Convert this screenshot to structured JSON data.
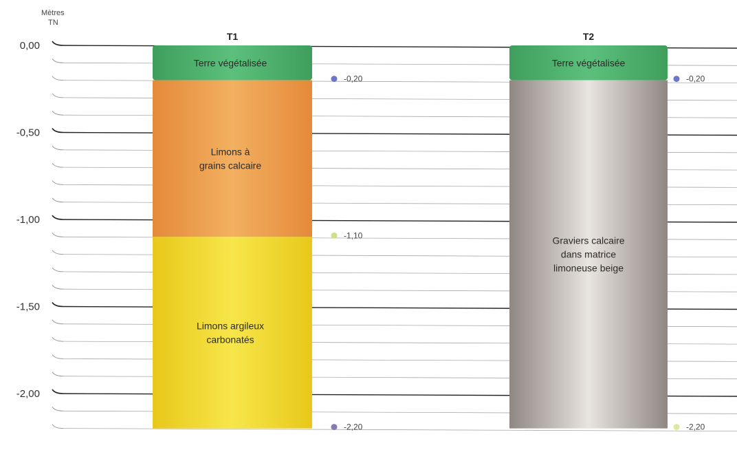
{
  "axis": {
    "unit_line1": "Mètres",
    "unit_line2": "TN",
    "ticks": [
      {
        "value": 0.0,
        "label": "0,00"
      },
      {
        "value": -0.5,
        "label": "-0,50"
      },
      {
        "value": -1.0,
        "label": "-1,00"
      },
      {
        "value": -1.5,
        "label": "-1,50"
      },
      {
        "value": -2.0,
        "label": "-2,00"
      }
    ],
    "min": -2.2,
    "max": 0.0,
    "minor_step": 0.1
  },
  "columns": [
    {
      "id": "t1",
      "title": "T1",
      "layers": [
        {
          "label": "Terre végétalisée",
          "top": 0.0,
          "bottom": -0.2,
          "color": "#3f9e5c",
          "light": "#5cc07c",
          "text_color": "#ffffff"
        },
        {
          "label": "Limons à\ngrains calcaire",
          "top": -0.2,
          "bottom": -1.1,
          "color": "#e48a3a",
          "light": "#f2b060",
          "text_color": "#ffffff"
        },
        {
          "label": "Limons argileux\ncarbonatés",
          "top": -1.1,
          "bottom": -2.2,
          "color": "#e8c81a",
          "light": "#f7e64a",
          "text_color": "#6a4a10"
        }
      ],
      "markers": [
        {
          "depth": -0.2,
          "label": "-0,20",
          "color": "#6b76c8"
        },
        {
          "depth": -1.1,
          "label": "-1,10",
          "color": "#cfe08a"
        },
        {
          "depth": -2.2,
          "label": "-2,20",
          "color": "#8a7ab0"
        }
      ]
    },
    {
      "id": "t2",
      "title": "T2",
      "layers": [
        {
          "label": "Terre végétalisée",
          "top": 0.0,
          "bottom": -0.2,
          "color": "#3f9e5c",
          "light": "#5cc07c",
          "text_color": "#ffffff"
        },
        {
          "label": "Graviers calcaire\ndans matrice\nlimoneuse beige",
          "top": -0.2,
          "bottom": -2.2,
          "color": "#8f8782",
          "light": "#e8e4e0",
          "text_color": "#ffffff"
        }
      ],
      "markers": [
        {
          "depth": -0.2,
          "label": "-0,20",
          "color": "#6b76c8"
        },
        {
          "depth": -2.2,
          "label": "-2,20",
          "color": "#dde8a0"
        }
      ]
    }
  ]
}
